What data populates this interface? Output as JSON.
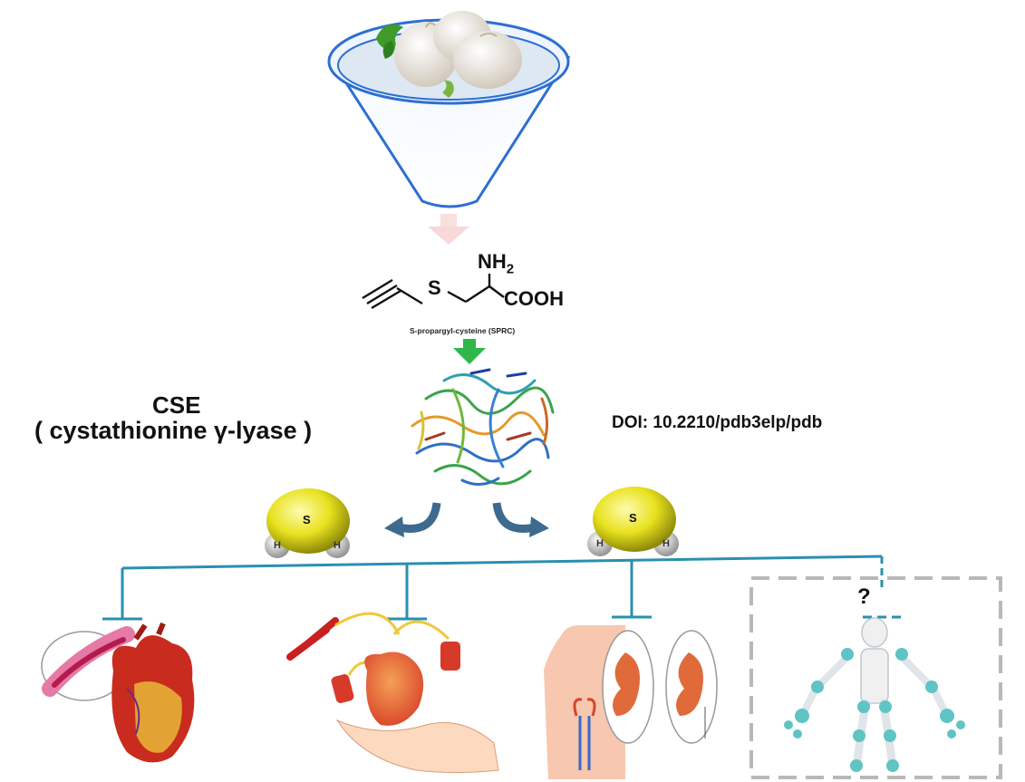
{
  "diagram": {
    "enzyme": {
      "abbreviation": "CSE",
      "full_name": "( cystathionine γ-lyase )",
      "doi": "DOI: 10.2210/pdb3elp/pdb"
    },
    "compound": {
      "amine_label": "NH",
      "amine_subscript": "2",
      "acid_label": "COOH",
      "sulfur_label": "S",
      "name": "S-propargyl-cysteine (SPRC)"
    },
    "h2s_molecule": {
      "center_atom": "S",
      "side_atoms": [
        "H",
        "H"
      ]
    },
    "unknown_target_label": "?",
    "colors": {
      "inhibition_line": "#2a8fb0",
      "funnel_outline": "#2d6fd1",
      "down_arrow": "#2fb84a",
      "curved_arrow": "#3d6a8e",
      "sulfur_sphere": "#e8e21e",
      "dashed_box": "#b8b8b8"
    }
  }
}
